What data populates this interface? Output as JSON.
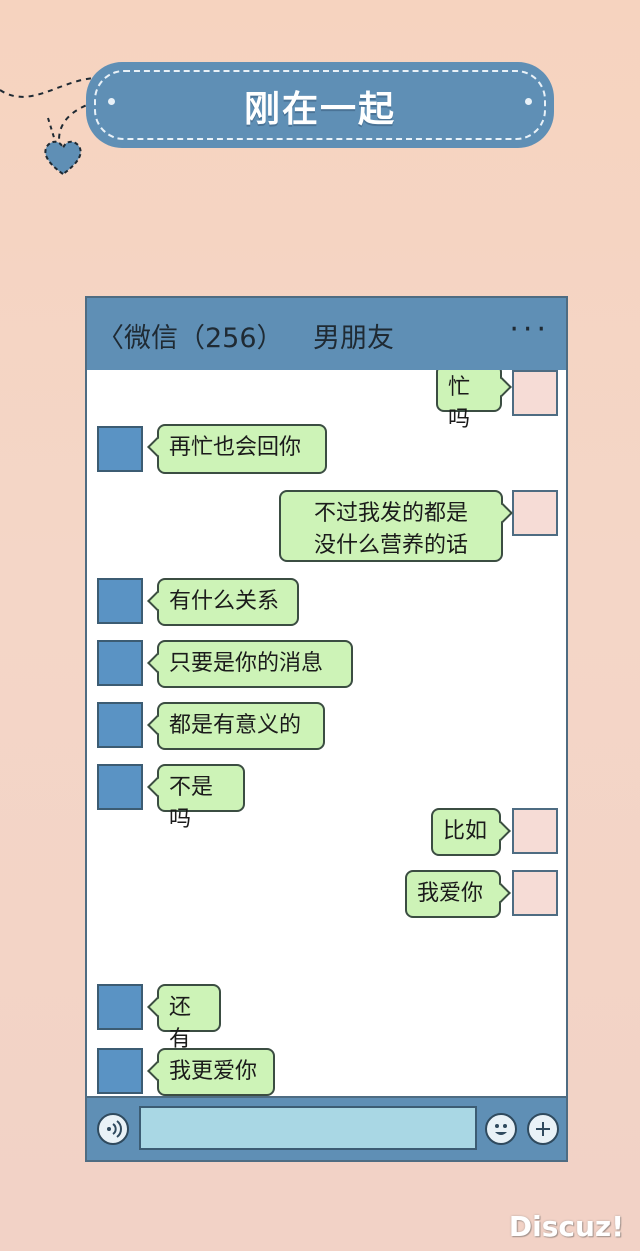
{
  "banner": {
    "title": "刚在一起"
  },
  "nav": {
    "back_label": "〈微信（256）",
    "title": "男朋友",
    "more": "···"
  },
  "messages": [
    {
      "side": "right",
      "text": "忙吗"
    },
    {
      "side": "left",
      "text": "再忙也会回你"
    },
    {
      "side": "right",
      "text": "不过我发的都是\n没什么营养的话"
    },
    {
      "side": "left",
      "text": "有什么关系"
    },
    {
      "side": "left",
      "text": "只要是你的消息"
    },
    {
      "side": "left",
      "text": "都是有意义的"
    },
    {
      "side": "left",
      "text": "不是吗"
    },
    {
      "side": "right",
      "text": "比如"
    },
    {
      "side": "right",
      "text": "我爱你"
    },
    {
      "side": "left",
      "text": "还有"
    },
    {
      "side": "left",
      "text": "我更爱你"
    }
  ],
  "inputbar": {
    "voice_icon": "voice-icon",
    "emoji_icon": "emoji-icon",
    "add_icon": "plus-icon",
    "input_value": ""
  },
  "watermark": "Discuz!",
  "colors": {
    "accent": "#5f8fb5",
    "bubble": "#cdf3b7",
    "avatar_left": "#5a93c4",
    "avatar_right": "#f6dcd6"
  }
}
